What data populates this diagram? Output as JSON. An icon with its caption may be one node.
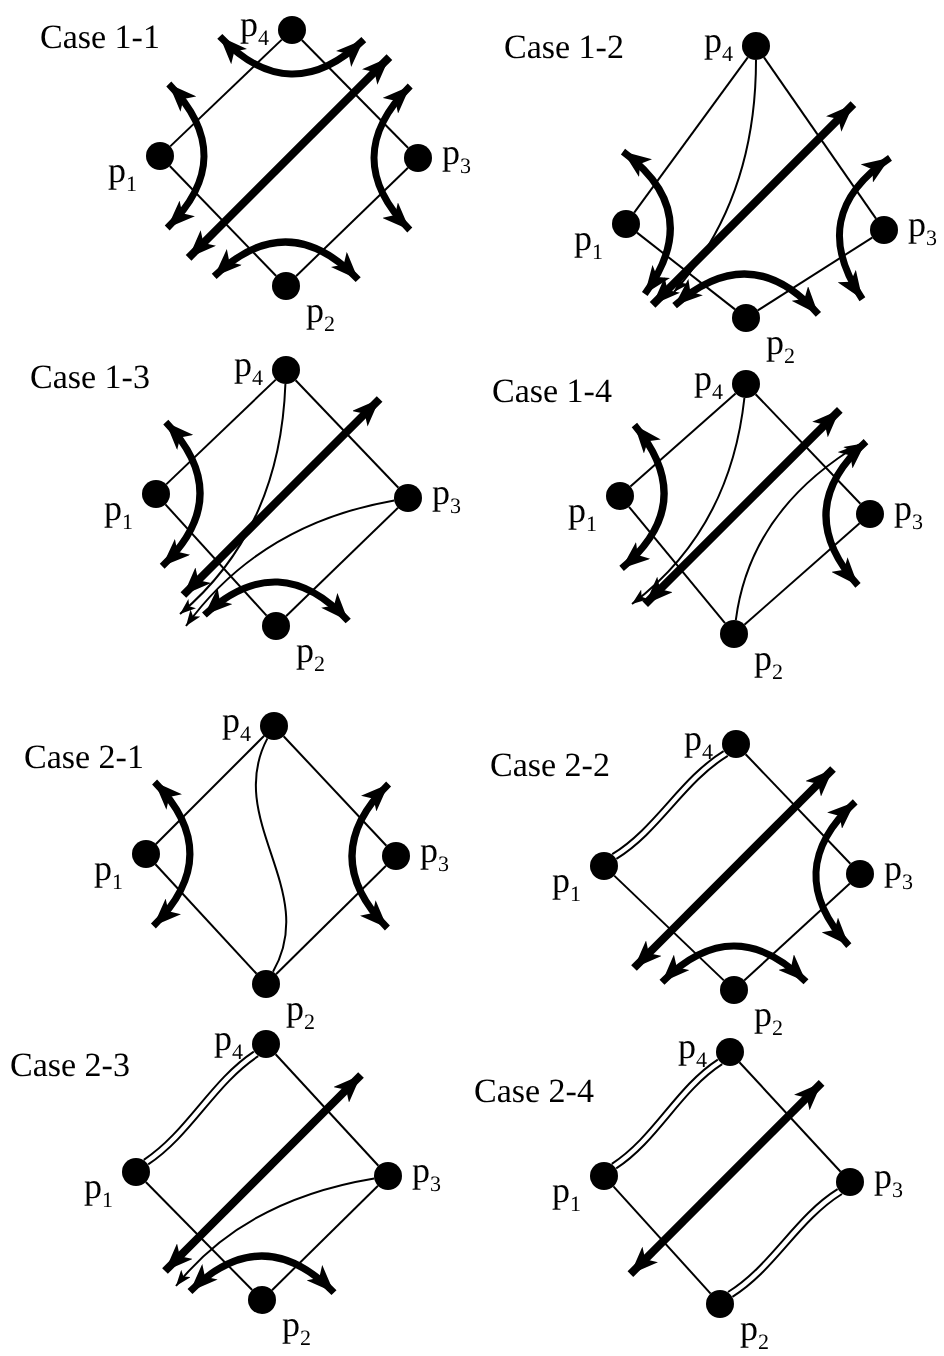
{
  "diagram": {
    "nodes": [
      {
        "text": [],
        "shape": "circle",
        "beside": [
          "p$_{4}$"
        ]
      },
      {
        "text": [],
        "shape": "circle",
        "beside": [
          "p$_{1}$"
        ]
      },
      {
        "text": [],
        "shape": "circle",
        "beside": [
          "p$_{3}$"
        ]
      },
      {
        "text": [],
        "shape": "circle",
        "beside": [
          "p$_{2}$"
        ]
      },
      {
        "text": [],
        "shape": "circle",
        "beside": [
          "p$_{4}$"
        ]
      },
      {
        "text": [],
        "shape": "circle",
        "beside": [
          "p$_{1}$"
        ]
      },
      {
        "text": [],
        "shape": "circle",
        "beside": [
          "p$_{3}$"
        ]
      },
      {
        "text": [],
        "shape": "circle",
        "beside": [
          "p$_{2}$"
        ]
      },
      {
        "text": [],
        "shape": "circle",
        "beside": [
          "p$_{4}$"
        ]
      },
      {
        "text": [],
        "shape": "circle",
        "beside": [
          "p$_{1}$"
        ]
      },
      {
        "text": [],
        "shape": "circle",
        "beside": [
          "p$_{3}$"
        ]
      },
      {
        "text": [],
        "shape": "circle",
        "beside": [
          "p$_{2}$"
        ]
      },
      {
        "text": [],
        "shape": "circle",
        "beside": [
          "p$_{4}$"
        ]
      },
      {
        "text": [],
        "shape": "circle",
        "beside": [
          "p$_{1}$"
        ]
      },
      {
        "text": [],
        "shape": "circle",
        "beside": [
          "p$_{3}$"
        ]
      },
      {
        "text": [],
        "shape": "circle",
        "beside": [
          "p$_{2}$"
        ]
      },
      {
        "text": [],
        "shape": "circle",
        "beside": [
          "p$_{4}$"
        ]
      },
      {
        "text": [],
        "shape": "circle",
        "beside": [
          "p$_{1}$"
        ]
      },
      {
        "text": [],
        "shape": "circle",
        "beside": [
          "p$_{3}$"
        ]
      },
      {
        "text": [],
        "shape": "circle",
        "beside": [
          "p$_{2}$"
        ]
      },
      {
        "text": [],
        "shape": "circle",
        "beside": [
          "p$_{4}$"
        ]
      },
      {
        "text": [],
        "shape": "circle",
        "beside": [
          "p$_{1}$"
        ]
      },
      {
        "text": [],
        "shape": "circle",
        "beside": [
          "p$_{3}$"
        ]
      },
      {
        "text": [],
        "shape": "circle",
        "beside": [
          "p$_{2}$"
        ]
      },
      {
        "text": [],
        "shape": "circle",
        "beside": [
          "p$_{4}$"
        ]
      },
      {
        "text": [],
        "shape": "circle",
        "beside": [
          "p$_{1}$"
        ]
      },
      {
        "text": [],
        "shape": "circle",
        "beside": [
          "p$_{3}$"
        ]
      },
      {
        "text": [],
        "shape": "circle",
        "beside": [
          "p$_{2}$"
        ]
      },
      {
        "text": [],
        "shape": "circle",
        "beside": [
          "p$_{4}$"
        ]
      },
      {
        "text": [],
        "shape": "circle",
        "beside": [
          "p$_{1}$"
        ]
      },
      {
        "text": [],
        "shape": "circle",
        "beside": [
          "p$_{3}$"
        ]
      },
      {
        "text": [],
        "shape": "circle",
        "beside": [
          "p$_{2}$"
        ]
      }
    ],
    "edges": [
      {
        "from": 1,
        "to": 0,
        "arrow": "none"
      },
      {
        "from": 0,
        "to": 2,
        "arrow": "none"
      },
      {
        "from": 2,
        "to": 3,
        "arrow": "none"
      },
      {
        "from": 3,
        "to": 1,
        "arrow": "none"
      },
      {
        "from": 5,
        "to": 4,
        "arrow": "none"
      },
      {
        "from": 4,
        "to": 6,
        "arrow": "none"
      },
      {
        "from": 6,
        "to": 7,
        "arrow": "none"
      },
      {
        "from": 7,
        "to": 5,
        "arrow": "none"
      },
      {
        "from": 4,
        "to": null,
        "arrow": "to"
      },
      {
        "from": 9,
        "to": 8,
        "arrow": "none"
      },
      {
        "from": 8,
        "to": 10,
        "arrow": "none"
      },
      {
        "from": 10,
        "to": 11,
        "arrow": "none"
      },
      {
        "from": 11,
        "to": 9,
        "arrow": "none"
      },
      {
        "from": 8,
        "to": null,
        "arrow": "to"
      },
      {
        "from": 10,
        "to": null,
        "arrow": "to"
      },
      {
        "from": 13,
        "to": 12,
        "arrow": "none"
      },
      {
        "from": 12,
        "to": 14,
        "arrow": "none"
      },
      {
        "from": 14,
        "to": 15,
        "arrow": "none"
      },
      {
        "from": 15,
        "to": 13,
        "arrow": "none"
      },
      {
        "from": 12,
        "to": null,
        "arrow": "to"
      },
      {
        "from": 15,
        "to": null,
        "arrow": "to"
      },
      {
        "from": 17,
        "to": 16,
        "arrow": "none"
      },
      {
        "from": 16,
        "to": 18,
        "arrow": "none"
      },
      {
        "from": 18,
        "to": 19,
        "arrow": "none"
      },
      {
        "from": 19,
        "to": 17,
        "arrow": "none"
      },
      {
        "from": 16,
        "to": 19,
        "arrow": "none"
      },
      {
        "from": 21,
        "to": 20,
        "arrow": "none"
      },
      {
        "from": 20,
        "to": 22,
        "arrow": "none"
      },
      {
        "from": 22,
        "to": 23,
        "arrow": "none"
      },
      {
        "from": 23,
        "to": 21,
        "arrow": "none"
      },
      {
        "from": 25,
        "to": 24,
        "arrow": "none"
      },
      {
        "from": 24,
        "to": 26,
        "arrow": "none"
      },
      {
        "from": 26,
        "to": 27,
        "arrow": "none"
      },
      {
        "from": 27,
        "to": 25,
        "arrow": "none"
      },
      {
        "from": 26,
        "to": null,
        "arrow": "to"
      },
      {
        "from": 29,
        "to": 28,
        "arrow": "none"
      },
      {
        "from": 28,
        "to": 30,
        "arrow": "none"
      },
      {
        "from": 30,
        "to": 31,
        "arrow": "none"
      },
      {
        "from": 31,
        "to": 29,
        "arrow": "none"
      }
    ],
    "labels": [
      "Case 1-1",
      "Case 1-2",
      "Case 1-3",
      "Case 1-4",
      "Case 2-1",
      "Case 2-2",
      "Case 2-3",
      "Case 2-4"
    ]
  }
}
